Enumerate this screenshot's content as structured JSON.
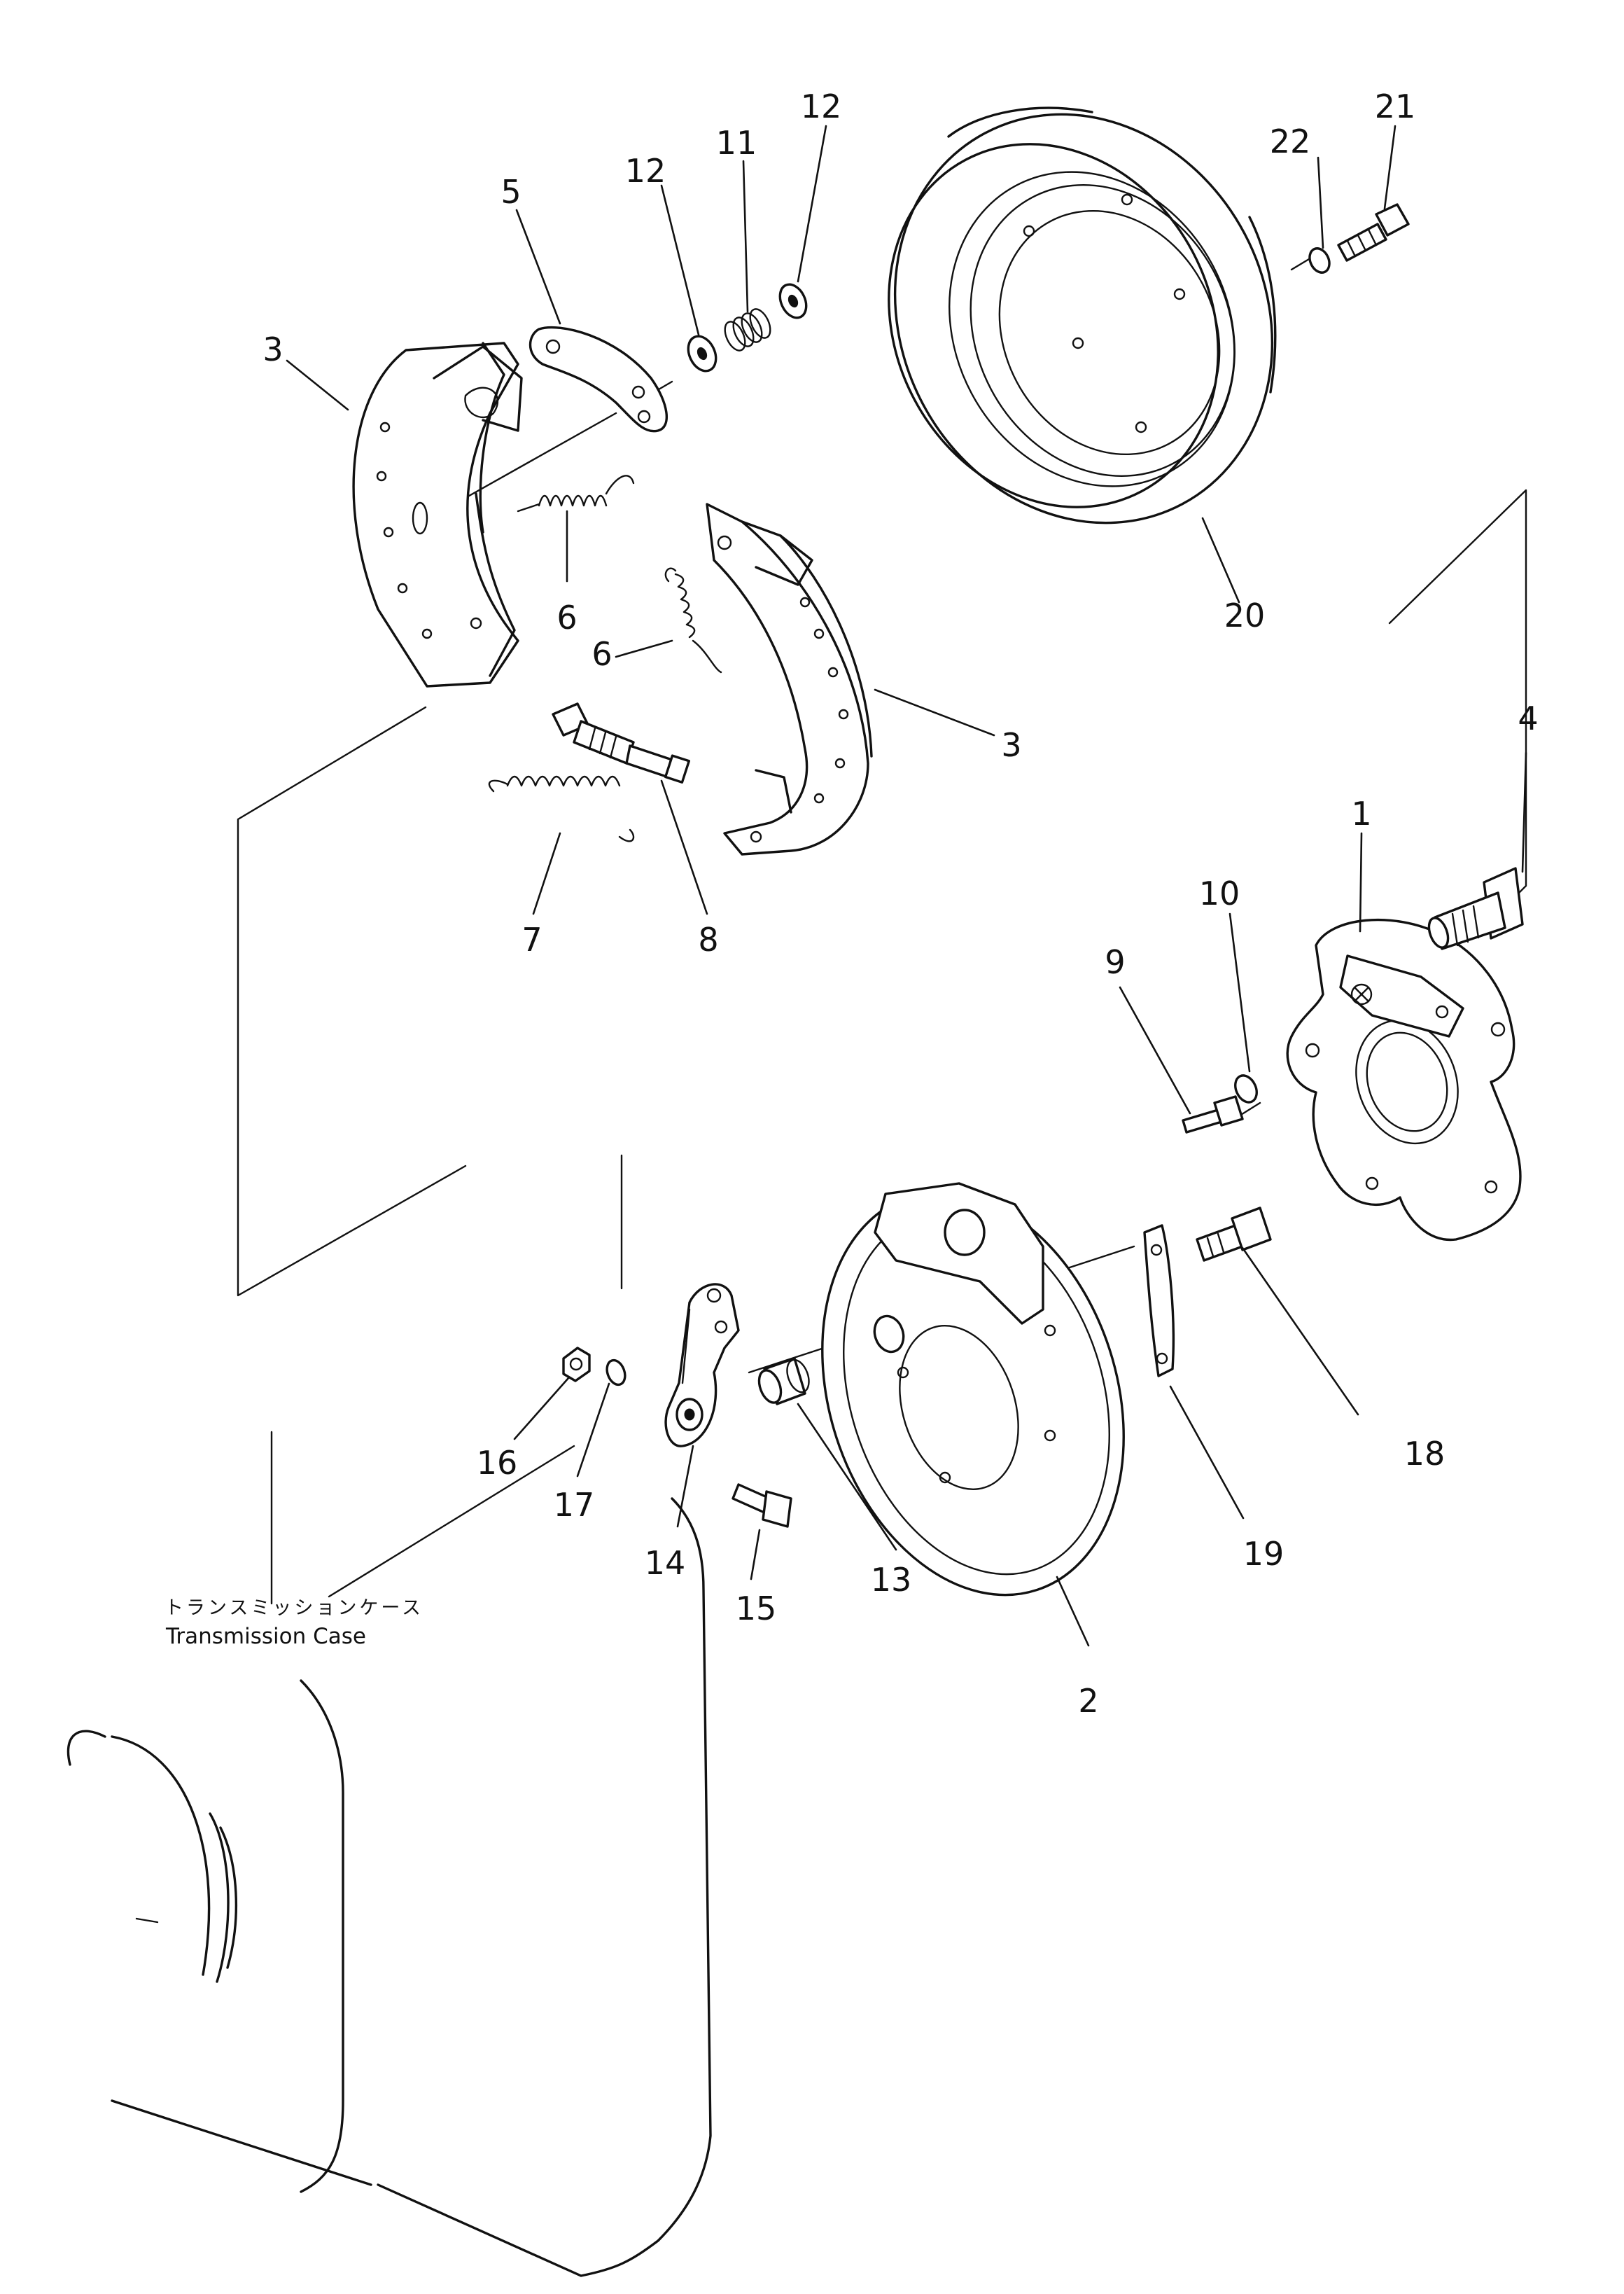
{
  "callouts": {
    "c1": "1",
    "c2": "2",
    "c3a": "3",
    "c3b": "3",
    "c4": "4",
    "c5": "5",
    "c6a": "6",
    "c6b": "6",
    "c7": "7",
    "c8": "8",
    "c9": "9",
    "c10": "10",
    "c11": "11",
    "c12a": "12",
    "c12b": "12",
    "c13": "13",
    "c14": "14",
    "c15": "15",
    "c16": "16",
    "c17": "17",
    "c18": "18",
    "c19": "19",
    "c20": "20",
    "c21": "21",
    "c22": "22"
  },
  "case_label": {
    "japanese": "トランスミッションケース",
    "english": "Transmission Case"
  }
}
